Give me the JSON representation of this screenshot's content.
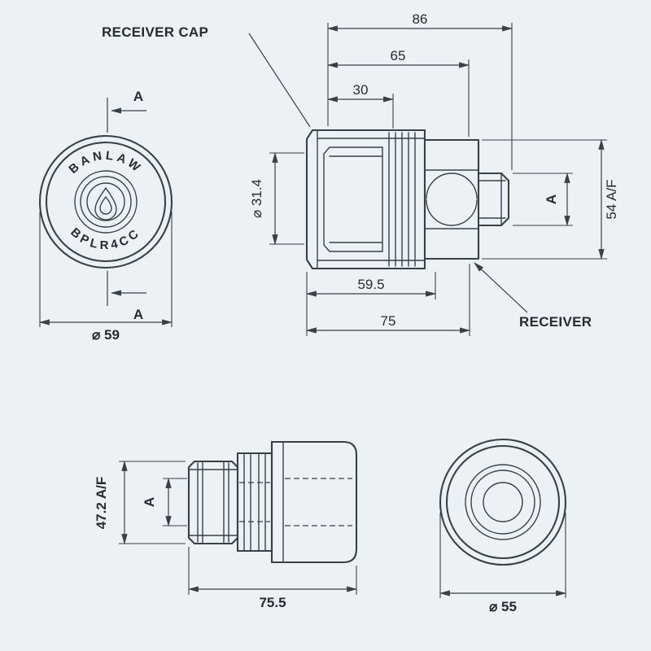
{
  "page": {
    "background": "#eef1f4",
    "line_color": "#394046",
    "text_color": "#262b30"
  },
  "front_view": {
    "brand_top": "BANLAW",
    "model": "BPLR4CC",
    "section_marker_top": "A",
    "section_marker_bottom": "A",
    "dim_diameter": "⌀ 59"
  },
  "side_view": {
    "callout_receiver_cap": "RECEIVER CAP",
    "callout_receiver": "RECEIVER",
    "dim_length_overall": "86",
    "dim_length_to_hex": "65",
    "dim_length_nose": "30",
    "dim_bore_diameter": "⌀ 31.4",
    "dim_hex_flats": "54 A/F",
    "dim_thread_flats": "A",
    "dim_cap_length": "59.5",
    "dim_cap_overall": "75"
  },
  "section_view": {
    "dim_knurl_flats": "47.2 A/F",
    "dim_inner_flats": "A",
    "dim_length": "75.5"
  },
  "rear_view": {
    "dim_diameter": "⌀ 55"
  }
}
